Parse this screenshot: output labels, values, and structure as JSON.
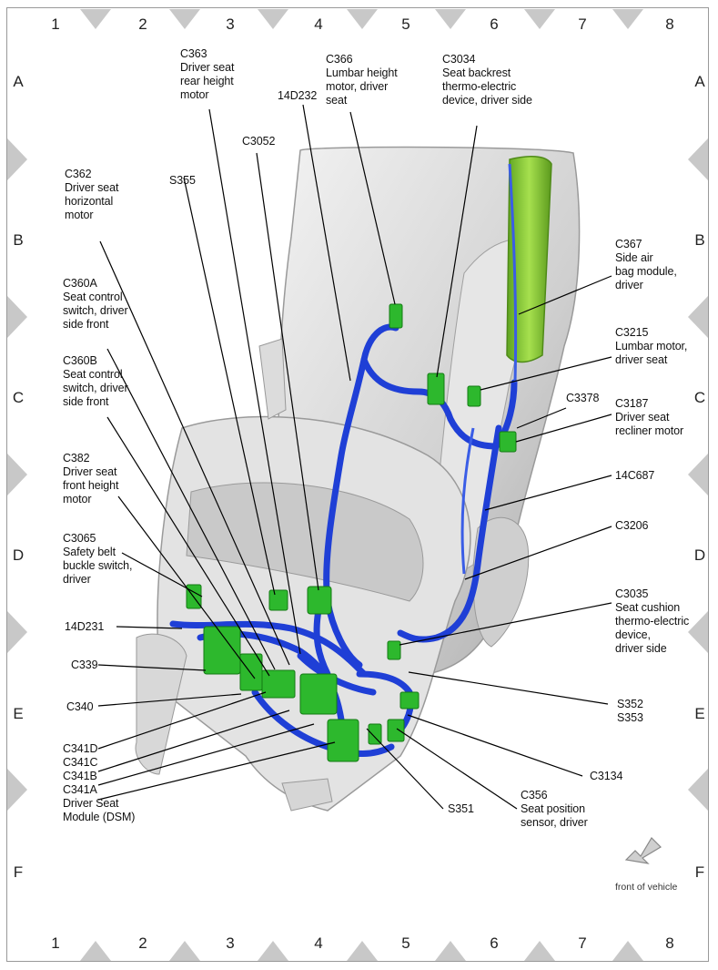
{
  "grid": {
    "columns": [
      "1",
      "2",
      "3",
      "4",
      "5",
      "6",
      "7",
      "8"
    ],
    "rows": [
      "A",
      "B",
      "C",
      "D",
      "E",
      "F"
    ]
  },
  "callouts": [
    {
      "id": "c363",
      "text": "C363\nDriver seat\nrear height\nmotor"
    },
    {
      "id": "c366",
      "text": "C366\nLumbar height\nmotor, driver\nseat"
    },
    {
      "id": "c3034",
      "text": "C3034\nSeat backrest\nthermo-electric\ndevice, driver side"
    },
    {
      "id": "d14d232",
      "text": "14D232"
    },
    {
      "id": "c3052",
      "text": "C3052"
    },
    {
      "id": "c362",
      "text": "C362\nDriver seat\nhorizontal\nmotor"
    },
    {
      "id": "s355",
      "text": "S355"
    },
    {
      "id": "c367",
      "text": "C367\nSide air\nbag module,\ndriver"
    },
    {
      "id": "c360a",
      "text": "C360A\nSeat control\nswitch, driver\nside front"
    },
    {
      "id": "c3215",
      "text": "C3215\nLumbar motor,\ndriver seat"
    },
    {
      "id": "c360b",
      "text": "C360B\nSeat control\nswitch, driver\nside front"
    },
    {
      "id": "c3378",
      "text": "C3378"
    },
    {
      "id": "c3187",
      "text": "C3187\nDriver seat\nrecliner motor"
    },
    {
      "id": "c382",
      "text": "C382\nDriver seat\nfront height\nmotor"
    },
    {
      "id": "d14c687",
      "text": "14C687"
    },
    {
      "id": "c3065",
      "text": "C3065\nSafety belt\nbuckle switch,\ndriver"
    },
    {
      "id": "c3206",
      "text": "C3206"
    },
    {
      "id": "c3035",
      "text": "C3035\nSeat cushion\nthermo-electric\ndevice,\ndriver side"
    },
    {
      "id": "d14d231",
      "text": "14D231"
    },
    {
      "id": "c339",
      "text": "C339"
    },
    {
      "id": "c340",
      "text": "C340"
    },
    {
      "id": "s352",
      "text": "S352\nS353"
    },
    {
      "id": "c341",
      "text": "C341D\nC341C\nC341B\nC341A\nDriver Seat\nModule (DSM)"
    },
    {
      "id": "c3134",
      "text": "C3134"
    },
    {
      "id": "s351",
      "text": "S351"
    },
    {
      "id": "c356",
      "text": "C356\nSeat position\nsensor, driver"
    }
  ],
  "front_of_vehicle": "front of vehicle",
  "colors": {
    "harness": "#1f3fd6",
    "connector": "#2db82d",
    "airbag": "#8fd23a",
    "seat": "#d4d4d4"
  }
}
